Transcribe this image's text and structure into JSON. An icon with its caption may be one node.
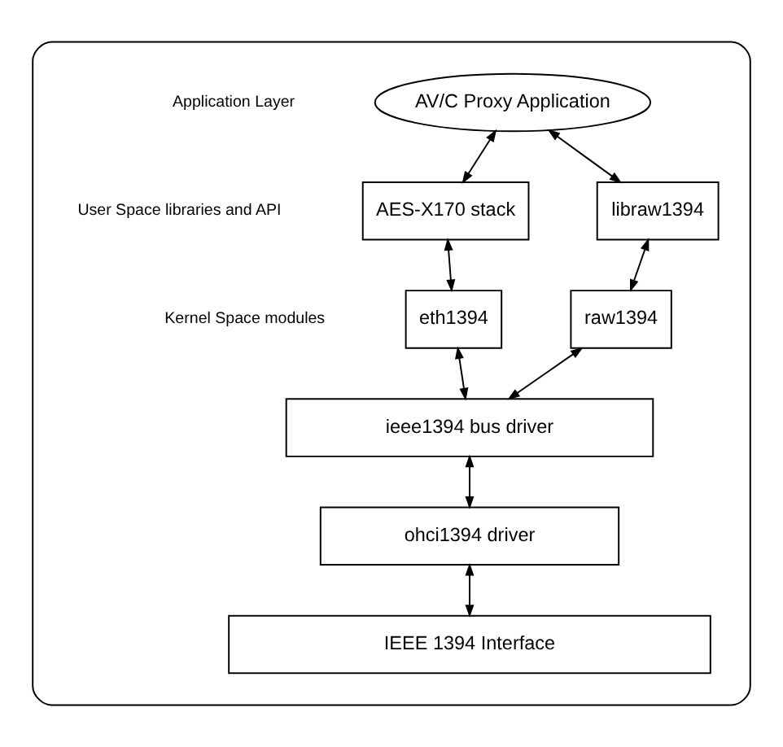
{
  "diagram": {
    "nodes": [
      {
        "text": [],
        "shape": "box"
      },
      {
        "text": [
          "AV/C Proxy Application"
        ],
        "in": 0
      },
      {
        "text": [
          "AES-X170 stack"
        ],
        "in": 0
      },
      {
        "text": [
          "libraw1394"
        ],
        "in": 0
      },
      {
        "text": [
          "eth1394"
        ],
        "in": 0
      },
      {
        "text": [
          "raw1394"
        ],
        "in": 0
      },
      {
        "text": [
          "ieee1394 bus driver"
        ],
        "in": 0
      },
      {
        "text": [
          "ohci1394 driver"
        ],
        "in": 0
      },
      {
        "text": [
          "IEEE 1394 Interface"
        ],
        "in": 0
      }
    ],
    "edges": [
      {
        "from": 1,
        "to": 2,
        "arrow": "both"
      },
      {
        "from": 1,
        "to": 3,
        "arrow": "both"
      },
      {
        "from": 2,
        "to": 4,
        "arrow": "both"
      },
      {
        "from": 3,
        "to": 5,
        "arrow": "both"
      },
      {
        "from": 4,
        "to": 6,
        "arrow": "both"
      },
      {
        "from": 5,
        "to": 6,
        "arrow": "both"
      },
      {
        "from": 6,
        "to": 7,
        "arrow": "both"
      },
      {
        "from": 7,
        "to": 8,
        "arrow": "both"
      }
    ],
    "labels": [
      "Application Layer",
      "User Space libraries and API",
      "Kernel Space modules"
    ]
  }
}
